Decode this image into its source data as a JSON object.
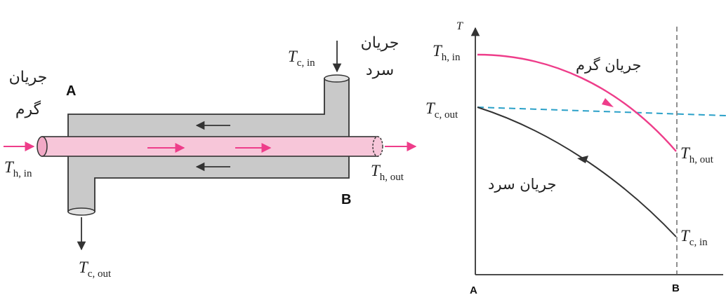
{
  "heat_exchanger": {
    "point_a": "A",
    "point_b": "B",
    "hot_stream_label_line1": "جریان",
    "hot_stream_label_line2": "گرم",
    "cold_stream_label_line1": "جریان",
    "cold_stream_label_line2": "سرد",
    "t_h_in": {
      "main": "T",
      "sub": "h, in"
    },
    "t_h_out": {
      "main": "T",
      "sub": "h, out"
    },
    "t_c_in": {
      "main": "T",
      "sub": "c, in"
    },
    "t_c_out": {
      "main": "T",
      "sub": "c, out"
    },
    "colors": {
      "hot": "#ee3d8a",
      "hot_fill": "#f7c6d9",
      "shell": "#c9c9c9",
      "outline": "#333333"
    }
  },
  "temperature_plot": {
    "axis_y_label": "T",
    "axis_x_start": "A",
    "axis_x_end": "B",
    "hot_curve_label": "جریان گرم",
    "cold_curve_label": "جریان سرد",
    "t_h_in": {
      "main": "T",
      "sub": "h, in"
    },
    "t_h_out": {
      "main": "T",
      "sub": "h, out"
    },
    "t_c_in": {
      "main": "T",
      "sub": "c, in"
    },
    "t_c_out": {
      "main": "T",
      "sub": "c, out"
    },
    "colors": {
      "hot_curve": "#ee3d8a",
      "cold_curve": "#333333",
      "dashed": "#2aa0c8"
    }
  }
}
